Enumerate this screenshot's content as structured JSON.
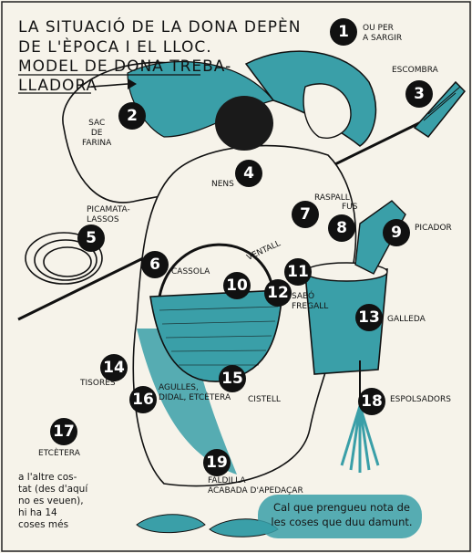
{
  "title": {
    "line1": "LA SITUACIÓ DE LA DONA DEPÈN",
    "line2": "DE L'ÈPOCA I EL LLOC.",
    "line3": "MODEL DE DONA TREBA-",
    "line4": "LLADORA"
  },
  "items": [
    {
      "num": "1",
      "label": "OU PER\nA SARGIR"
    },
    {
      "num": "2",
      "label": "SAC\nDE\nFARINA"
    },
    {
      "num": "3",
      "label": "ESCOMBRA"
    },
    {
      "num": "4",
      "label": "NENS"
    },
    {
      "num": "5",
      "label": "PICAMATA-\nLASSOS"
    },
    {
      "num": "6",
      "label": "CASSOLA"
    },
    {
      "num": "7",
      "label": "RASPALL"
    },
    {
      "num": "8",
      "label": "FUS"
    },
    {
      "num": "9",
      "label": "PICADOR"
    },
    {
      "num": "10",
      "label": "VENTALL"
    },
    {
      "num": "11",
      "label": ""
    },
    {
      "num": "12",
      "label": "SABÓ\nFREGALL"
    },
    {
      "num": "13",
      "label": "GALLEDA"
    },
    {
      "num": "14",
      "label": "TISORES"
    },
    {
      "num": "15",
      "label": "CISTELL"
    },
    {
      "num": "16",
      "label": "AGULLES,\nDIDAL, ETCÈTERA"
    },
    {
      "num": "17",
      "label": "ETCÈTERA"
    },
    {
      "num": "18",
      "label": "ESPOLSADORS"
    },
    {
      "num": "19",
      "label": "FALDILLA\nACABADA D'APEDAÇAR"
    }
  ],
  "side_note": "a l'altre cos-\ntat (des d'aquí\nno es veuen),\nhi ha 14\ncoses més",
  "callout": "Cal que prengueu nota de\nles coses que duu damunt.",
  "colors": {
    "accent": "#3a9fa8",
    "ink": "#111111",
    "paper": "#f6f3ea"
  }
}
